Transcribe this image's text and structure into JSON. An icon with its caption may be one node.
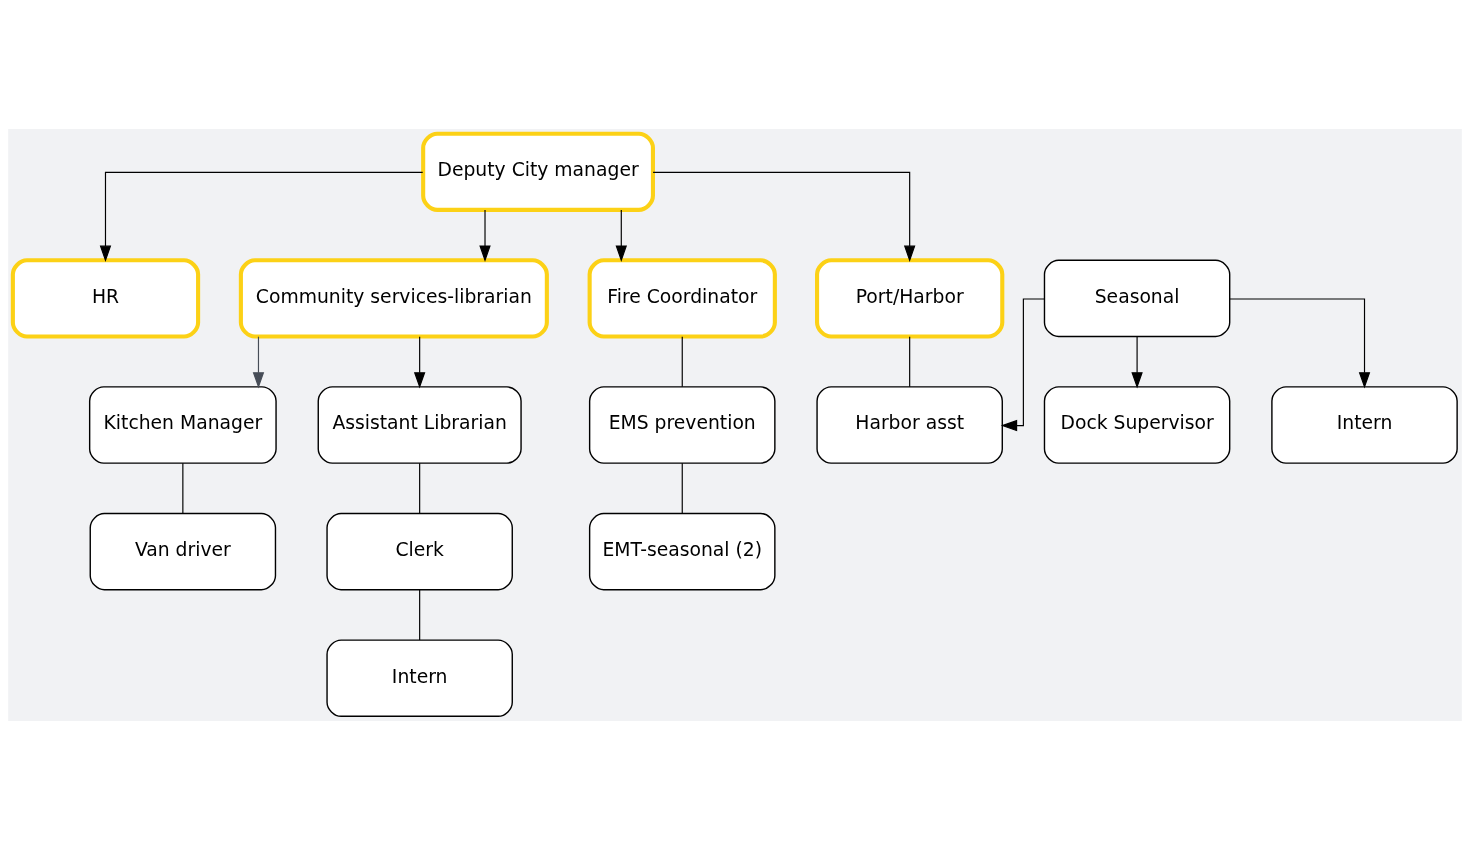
{
  "diagram": {
    "nodes": [
      {
        "text": [
          "Deputy City manager"
        ]
      },
      {
        "text": [
          "HR"
        ]
      },
      {
        "text": [
          "Community services-librarian"
        ]
      },
      {
        "text": [
          "Fire Coordinator"
        ]
      },
      {
        "text": [
          "Port/Harbor"
        ]
      },
      {
        "text": [
          "Seasonal"
        ]
      },
      {
        "text": [
          "Kitchen Manager"
        ]
      },
      {
        "text": [
          "Assistant Librarian"
        ]
      },
      {
        "text": [
          "EMS prevention"
        ]
      },
      {
        "text": [
          "Harbor asst"
        ]
      },
      {
        "text": [
          "Van driver"
        ]
      },
      {
        "text": [
          "Clerk"
        ]
      },
      {
        "text": [
          "EMT-seasonal (2)"
        ]
      },
      {
        "text": [
          "Dock Supervisor"
        ]
      },
      {
        "text": [
          "Intern"
        ]
      },
      {
        "text": [
          "Intern"
        ]
      }
    ],
    "edges": [
      {
        "from": 0,
        "to": 1,
        "arrow": "to"
      },
      {
        "from": 0,
        "to": 2,
        "arrow": "to"
      },
      {
        "from": 0,
        "to": 3,
        "arrow": "to"
      },
      {
        "from": 0,
        "to": 4,
        "arrow": "to"
      },
      {
        "from": 2,
        "to": 6,
        "arrow": "to",
        "color": "#474d57"
      },
      {
        "from": 2,
        "to": 7,
        "arrow": "to"
      },
      {
        "from": 3,
        "to": 8,
        "arrow": "none"
      },
      {
        "from": 4,
        "to": 9,
        "arrow": "none"
      },
      {
        "from": 6,
        "to": 10,
        "arrow": "none"
      },
      {
        "from": 7,
        "to": 11,
        "arrow": "none"
      },
      {
        "from": 11,
        "to": 14,
        "arrow": "none"
      },
      {
        "from": 8,
        "to": 12,
        "arrow": "none"
      },
      {
        "from": 5,
        "to": 9,
        "arrow": "to"
      },
      {
        "from": 5,
        "to": 13,
        "arrow": "to"
      },
      {
        "from": 5,
        "to": 15,
        "arrow": "to"
      }
    ]
  }
}
